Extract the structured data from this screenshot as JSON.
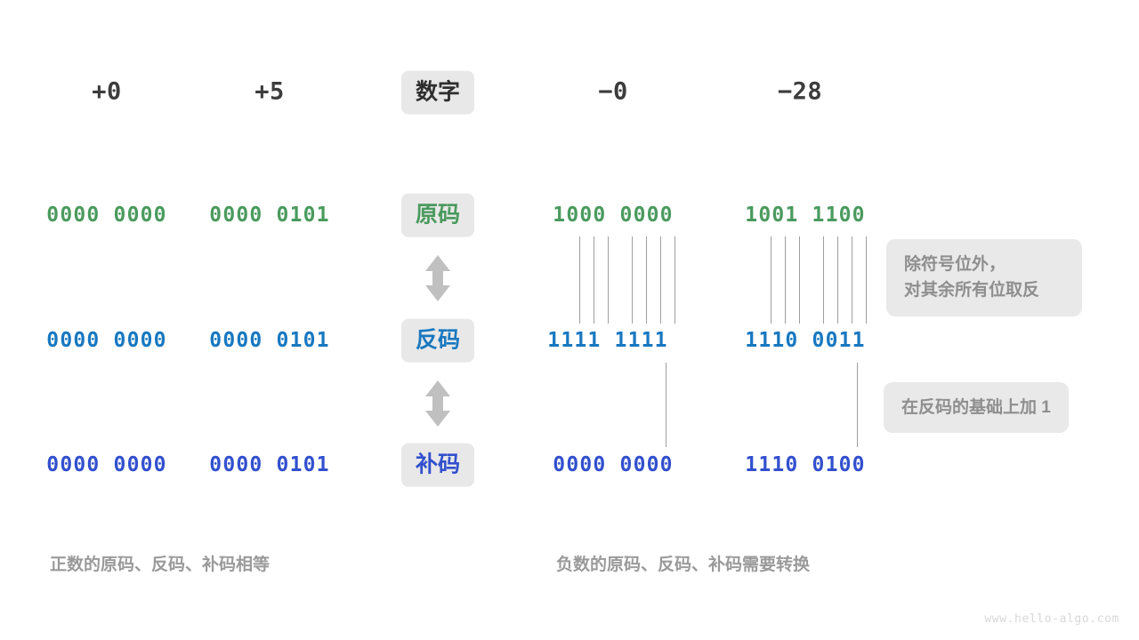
{
  "meta": {
    "watermark": "www.hello-algo.com",
    "colors": {
      "green": "#4a9a5e",
      "blue": "#1878c0",
      "indigo": "#3250ce",
      "chip_bg": "#e8e8e8",
      "note_bg": "#e9e9e9",
      "note_text": "#8e8e8e",
      "caption_text": "#9a9a9a",
      "line": "#9e9e9e",
      "arrow": "#c0c0c0"
    }
  },
  "center_labels": {
    "number": "数字",
    "true_form": "原码",
    "ones_complement": "反码",
    "twos_complement": "补码"
  },
  "columns": [
    {
      "key": "plus_zero",
      "number": "+0"
    },
    {
      "key": "plus_five",
      "number": "+5"
    },
    {
      "key": "minus_zero",
      "number": "−0"
    },
    {
      "key": "minus_28",
      "number": "−28"
    }
  ],
  "rows": {
    "true_form": {
      "label": "原码",
      "plus_zero": "0000 0000",
      "plus_five": "0000 0101",
      "minus_zero": "1000 0000",
      "minus_28": "1001 1100"
    },
    "ones_complement": {
      "label": "反码",
      "plus_zero": "0000 0000",
      "plus_five": "0000 0101",
      "minus_zero": "1111 1111",
      "minus_28": "1110 0011"
    },
    "twos_complement": {
      "label": "补码",
      "plus_zero": "0000 0000",
      "plus_five": "0000 0101",
      "minus_zero": "0000 0000",
      "minus_28": "1110 0100"
    }
  },
  "notes": {
    "invert_bits": "除符号位外，\n对其余所有位取反",
    "add_one": "在反码的基础上加  1"
  },
  "captions": {
    "positive": "正数的原码、反码、补码相等",
    "negative": "负数的原码、反码、补码需要转换"
  },
  "icons": {
    "arrow_true_to_ones": "double-headed-vertical-arrow",
    "arrow_ones_to_twos": "double-headed-vertical-arrow"
  }
}
